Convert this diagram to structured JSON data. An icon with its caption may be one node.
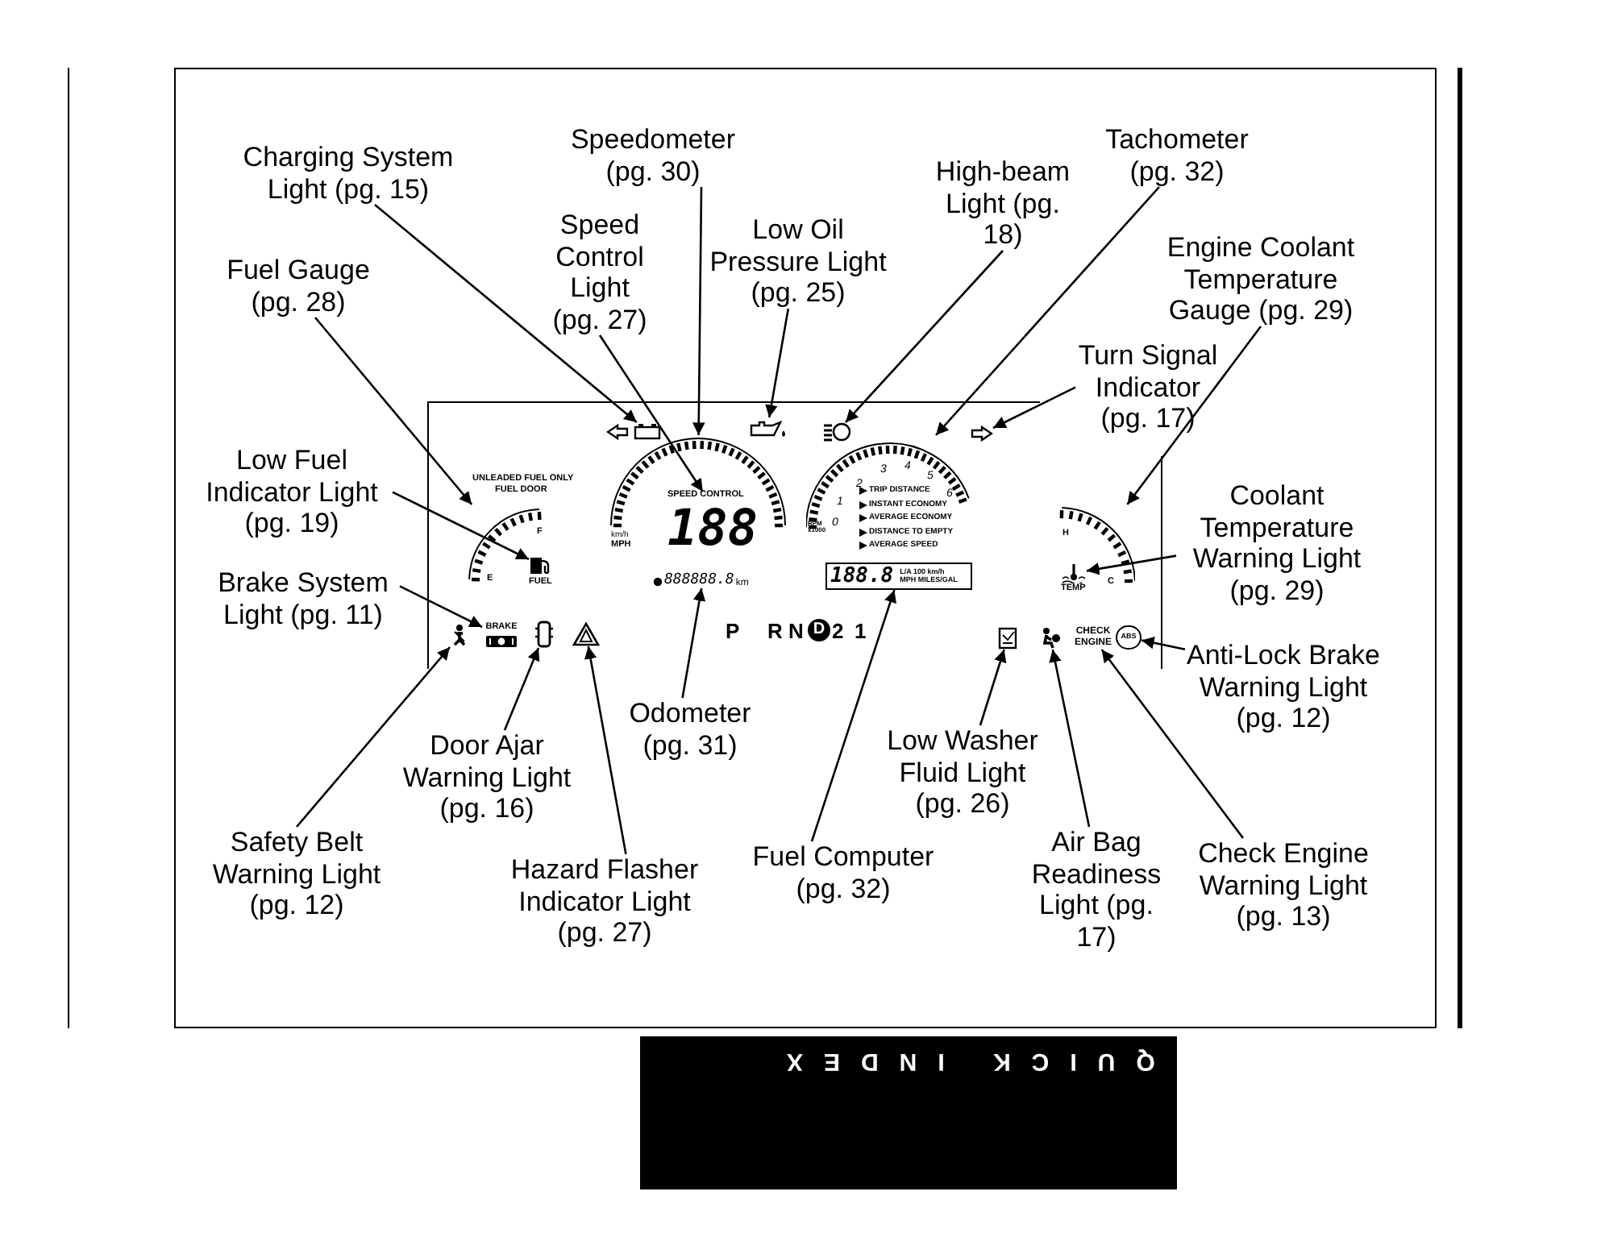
{
  "diagram": {
    "nodes": [
      {
        "text": [
          "Charging System Light (pg. 15)"
        ]
      },
      {
        "text": [
          "Speedometer (pg. 30)"
        ]
      },
      {
        "text": [
          "Speed Control Light (pg. 27)"
        ]
      },
      {
        "text": [
          "Low Oil Pressure Light (pg. 25)"
        ]
      },
      {
        "text": [
          "High-beam Light (pg. 18)"
        ]
      },
      {
        "text": [
          "Tachometer (pg. 32)"
        ]
      },
      {
        "text": [
          "Engine Coolant Temperature Gauge (pg. 29)"
        ]
      },
      {
        "text": [
          "Turn Signal Indicator (pg. 17)"
        ]
      },
      {
        "text": [
          "Coolant Temperature Warning Light (pg. 29)"
        ]
      },
      {
        "text": [
          "Anti-Lock Brake Warning Light (pg. 12)"
        ]
      },
      {
        "text": [
          "Check Engine Warning Light (pg. 13)"
        ]
      },
      {
        "text": [
          "Air Bag Readiness Light (pg. 17)"
        ]
      },
      {
        "text": [
          "Low Washer Fluid Light (pg. 26)"
        ]
      },
      {
        "text": [
          "Fuel Computer (pg. 32)"
        ]
      },
      {
        "text": [
          "Odometer (pg. 31)"
        ]
      },
      {
        "text": [
          "Hazard Flasher Indicator Light (pg. 27)"
        ]
      },
      {
        "text": [
          "Door Ajar Warning Light (pg. 16)"
        ]
      },
      {
        "text": [
          "Safety Belt Warning Light (pg. 12)"
        ]
      },
      {
        "text": [
          "Brake System Light (pg. 11)"
        ]
      },
      {
        "text": [
          "Low Fuel Indicator Light (pg. 19)"
        ]
      },
      {
        "text": [
          "Fuel Gauge (pg. 28)"
        ]
      },
      {
        "text": [],
        "shape": "battery"
      },
      {
        "text": [],
        "shape": "gauge"
      },
      {
        "text": [
          "SPEED CONTROL"
        ],
        "in": 22
      },
      {
        "text": [],
        "shape": "oilcan"
      },
      {
        "text": [],
        "shape": "lamp"
      },
      {
        "text": [],
        "shape": "gauge"
      },
      {
        "text": [],
        "shape": "arrow"
      },
      {
        "text": [],
        "shape": "gauge"
      },
      {
        "text": [],
        "shape": "thermometer",
        "in": 28,
        "beside": [
          "TEMP"
        ]
      },
      {
        "text": [
          "ABS"
        ]
      },
      {
        "text": [
          "CHECK ENGINE"
        ]
      },
      {
        "text": [],
        "shape": "person"
      },
      {
        "text": [],
        "shape": "box"
      },
      {
        "text": [
          "188.8",
          "L/A 100 km/h",
          "MPH MILES/GAL"
        ]
      },
      {
        "text": [
          "888888.8",
          "km"
        ]
      },
      {
        "text": [],
        "shape": "triangle"
      },
      {
        "text": [],
        "shape": "door"
      },
      {
        "text": [],
        "shape": "person"
      },
      {
        "text": [
          "BRAKE"
        ]
      },
      {
        "text": [],
        "shape": "gauge"
      },
      {
        "text": [],
        "shape": "pump",
        "in": 40,
        "beside": [
          "FUEL"
        ]
      }
    ],
    "edges": [
      {
        "from": 0,
        "to": 21,
        "arrow": "to"
      },
      {
        "from": 1,
        "to": 22,
        "arrow": "to"
      },
      {
        "from": 2,
        "to": 23,
        "arrow": "to"
      },
      {
        "from": 3,
        "to": 24,
        "arrow": "to"
      },
      {
        "from": 4,
        "to": 25,
        "arrow": "to"
      },
      {
        "from": 5,
        "to": 26,
        "arrow": "to"
      },
      {
        "from": 6,
        "to": 28,
        "arrow": "to"
      },
      {
        "from": 7,
        "to": 27,
        "arrow": "to"
      },
      {
        "from": 8,
        "to": 29,
        "arrow": "to"
      },
      {
        "from": 9,
        "to": 30,
        "arrow": "to"
      },
      {
        "from": 10,
        "to": 31,
        "arrow": "to"
      },
      {
        "from": 11,
        "to": 38,
        "arrow": "to"
      },
      {
        "from": 12,
        "to": 33,
        "arrow": "to"
      },
      {
        "from": 13,
        "to": 34,
        "arrow": "to"
      },
      {
        "from": 14,
        "to": 35,
        "arrow": "to"
      },
      {
        "from": 15,
        "to": 36,
        "arrow": "to"
      },
      {
        "from": 16,
        "to": 37,
        "arrow": "to"
      },
      {
        "from": 17,
        "to": 32,
        "arrow": "to"
      },
      {
        "from": 18,
        "to": 39,
        "arrow": "to"
      },
      {
        "from": 19,
        "to": 41,
        "arrow": "to"
      },
      {
        "from": 20,
        "to": 40,
        "arrow": "to"
      }
    ],
    "labels": [
      "UNLEADED FUEL ONLY",
      "FUEL DOOR",
      "F",
      "E",
      "km/h",
      "MPH",
      "188",
      "P",
      "R",
      "N",
      "D",
      "2",
      "1",
      "0",
      "1",
      "2",
      "3",
      "4",
      "5",
      "6",
      "RPM x1000",
      "TRIP DISTANCE",
      "INSTANT ECONOMY",
      "AVERAGE ECONOMY",
      "DISTANCE TO EMPTY",
      "AVERAGE SPEED",
      "H",
      "C",
      "QUICK INDEX"
    ]
  }
}
